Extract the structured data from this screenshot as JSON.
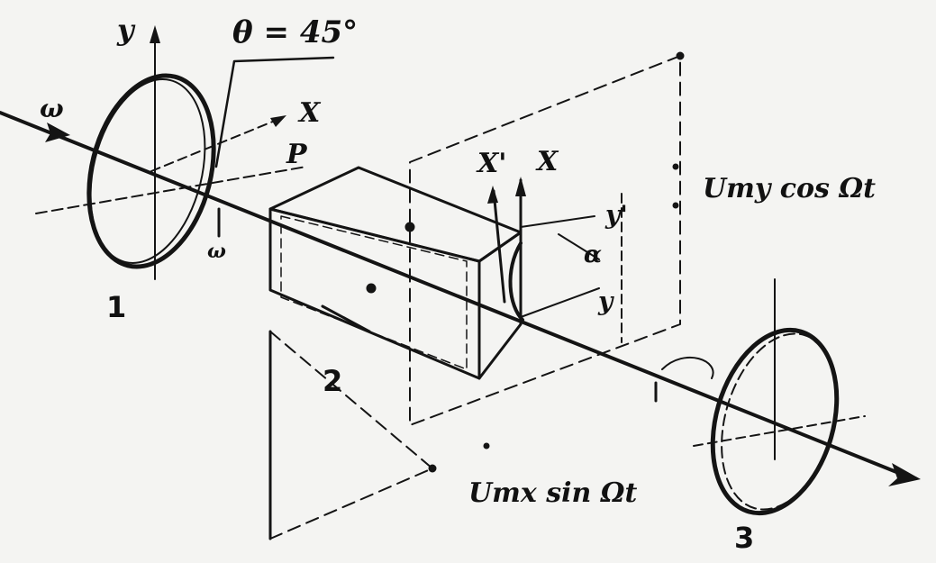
{
  "labels": {
    "theta": "θ = 45°",
    "y_axis_left": "y",
    "omega_in": "ω",
    "x_axis_left": "X",
    "p_label": "P",
    "omega_small": "ω",
    "x_prime": "X'",
    "x_right": "X",
    "y_prime": "y'",
    "alpha": "α",
    "y_right": "y",
    "voltage_y": "Umy cos Ωt",
    "voltage_x": "Umx sin Ωt"
  },
  "numbers": {
    "polarizer": "1",
    "crystal": "2",
    "analyzer": "3"
  },
  "colors": {
    "ink": "#141414",
    "paper": "#f4f4f2"
  }
}
